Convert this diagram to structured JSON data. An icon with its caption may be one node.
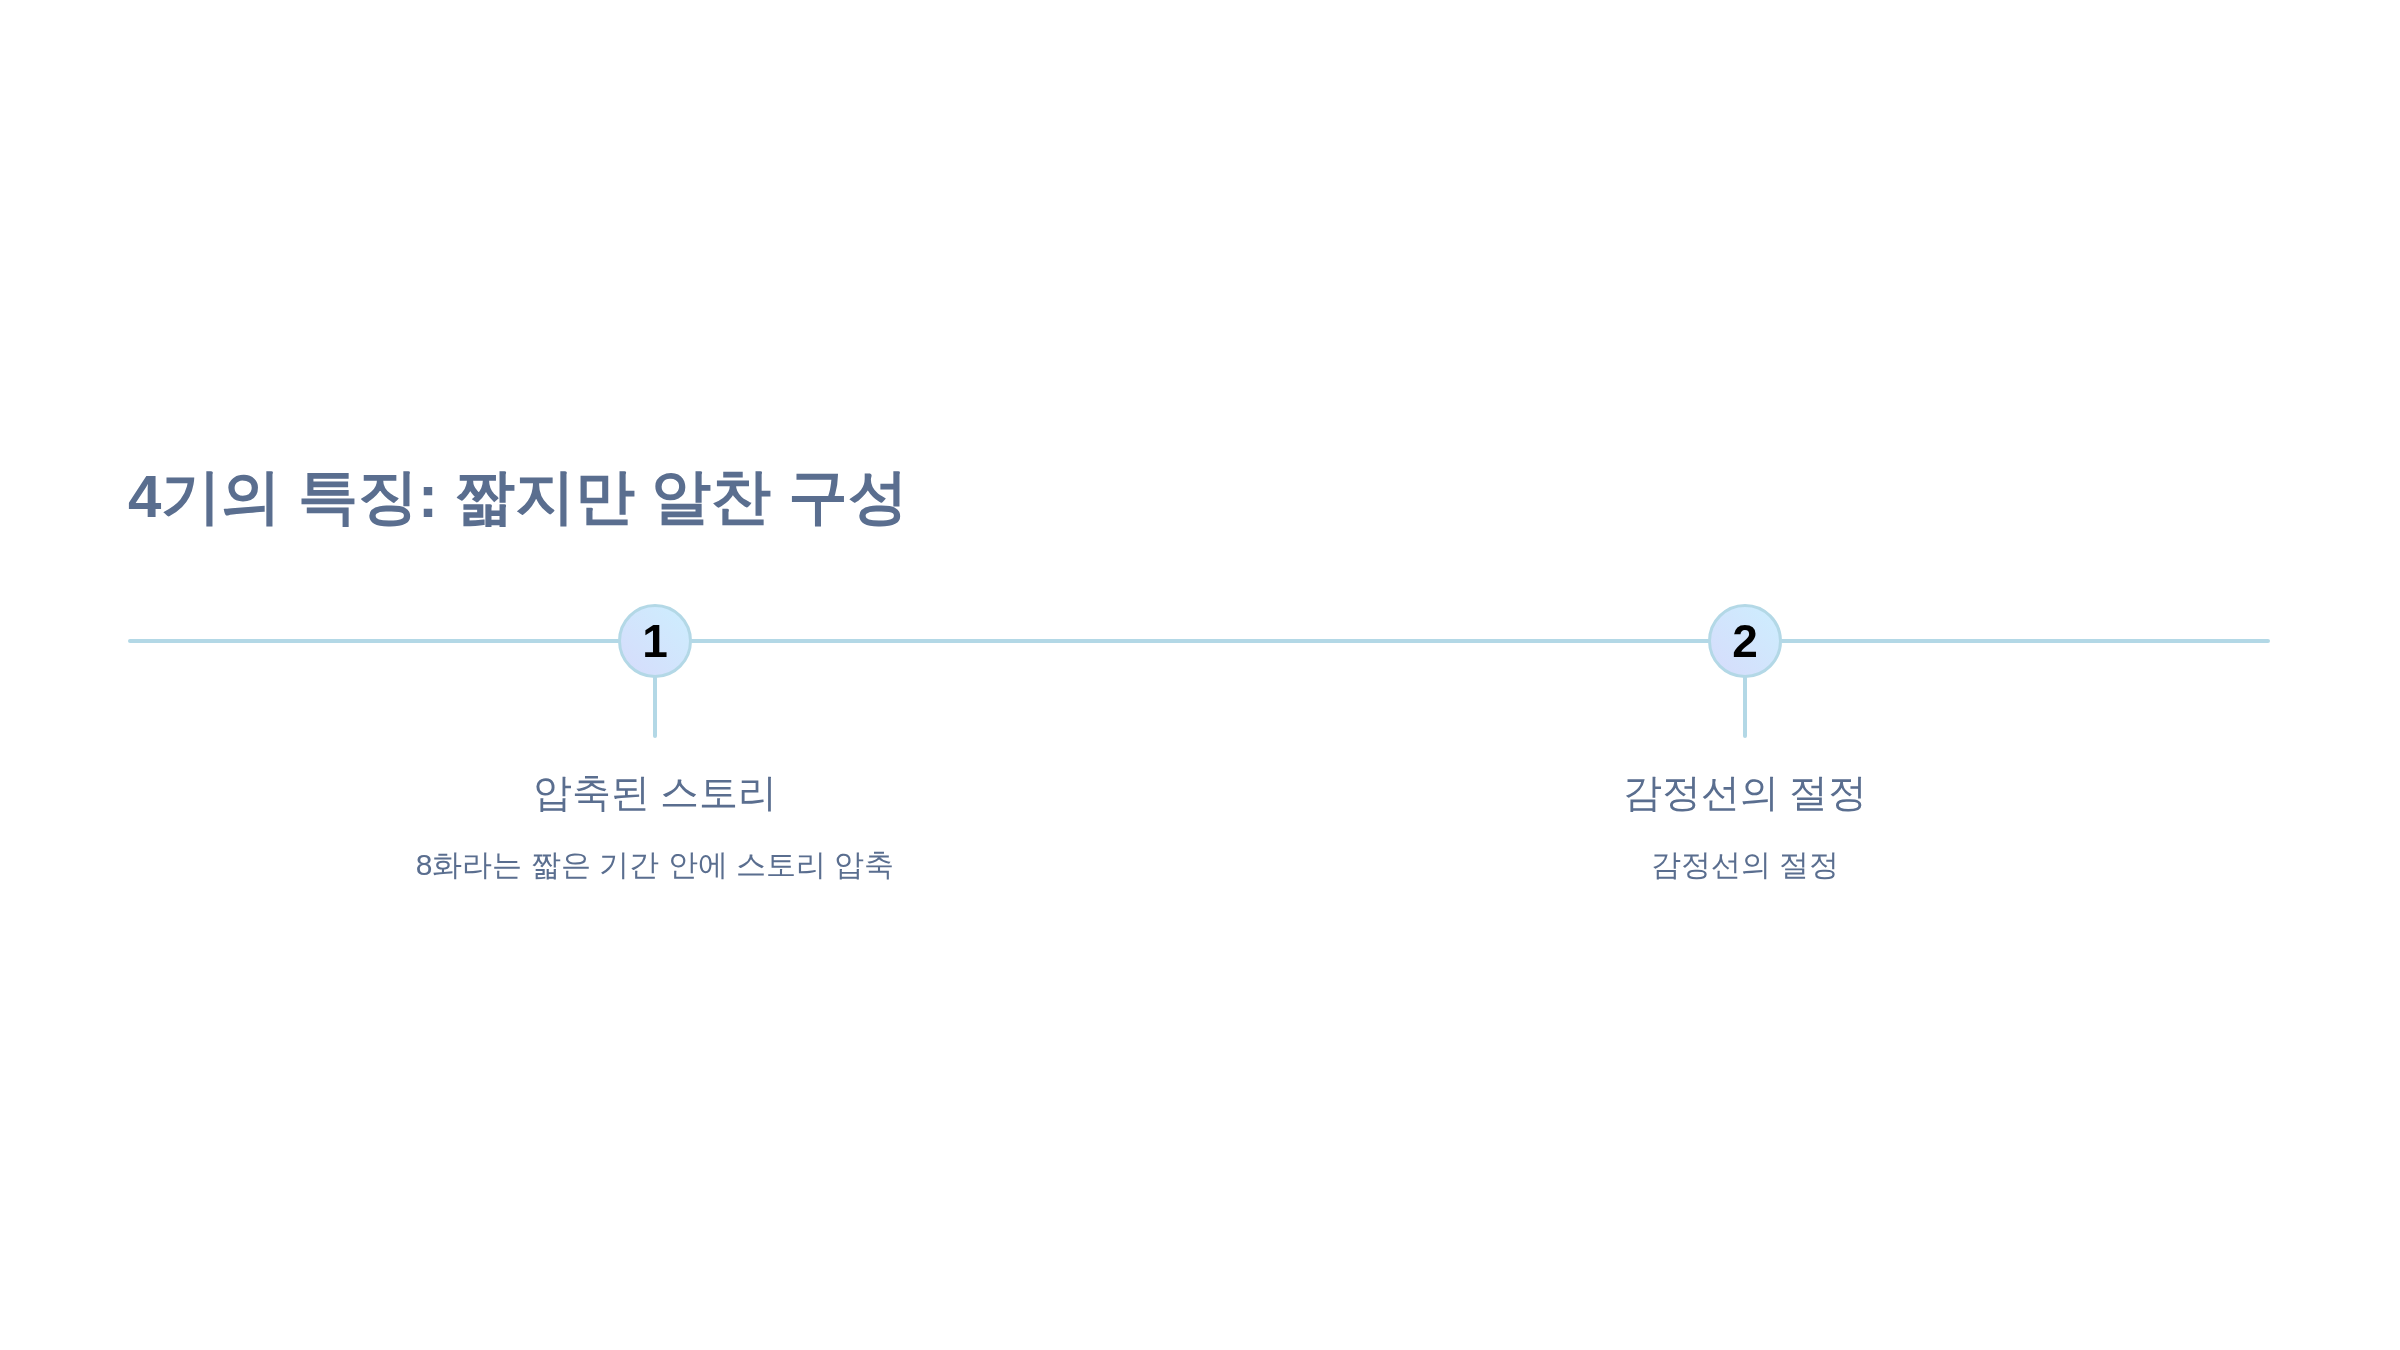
{
  "diagram": {
    "title": "4기의 특징: 짧지만 알찬 구성",
    "nodes": [
      {
        "text": [
          "1"
        ]
      },
      {
        "text": [
          "2"
        ]
      },
      {
        "text": [
          "압축된 스토리",
          "8화라는 짧은 기간 안에 스토리 압축"
        ]
      },
      {
        "text": [
          "감정선의 절정",
          "감정선의 절정"
        ]
      }
    ],
    "edges": [
      {
        "from": null,
        "to": 0,
        "arrow": "none"
      },
      {
        "from": 0,
        "to": 1,
        "arrow": "none"
      },
      {
        "from": 1,
        "to": null,
        "arrow": "none"
      },
      {
        "from": 0,
        "to": 2,
        "arrow": "none"
      },
      {
        "from": 1,
        "to": 3,
        "arrow": "none"
      }
    ]
  }
}
